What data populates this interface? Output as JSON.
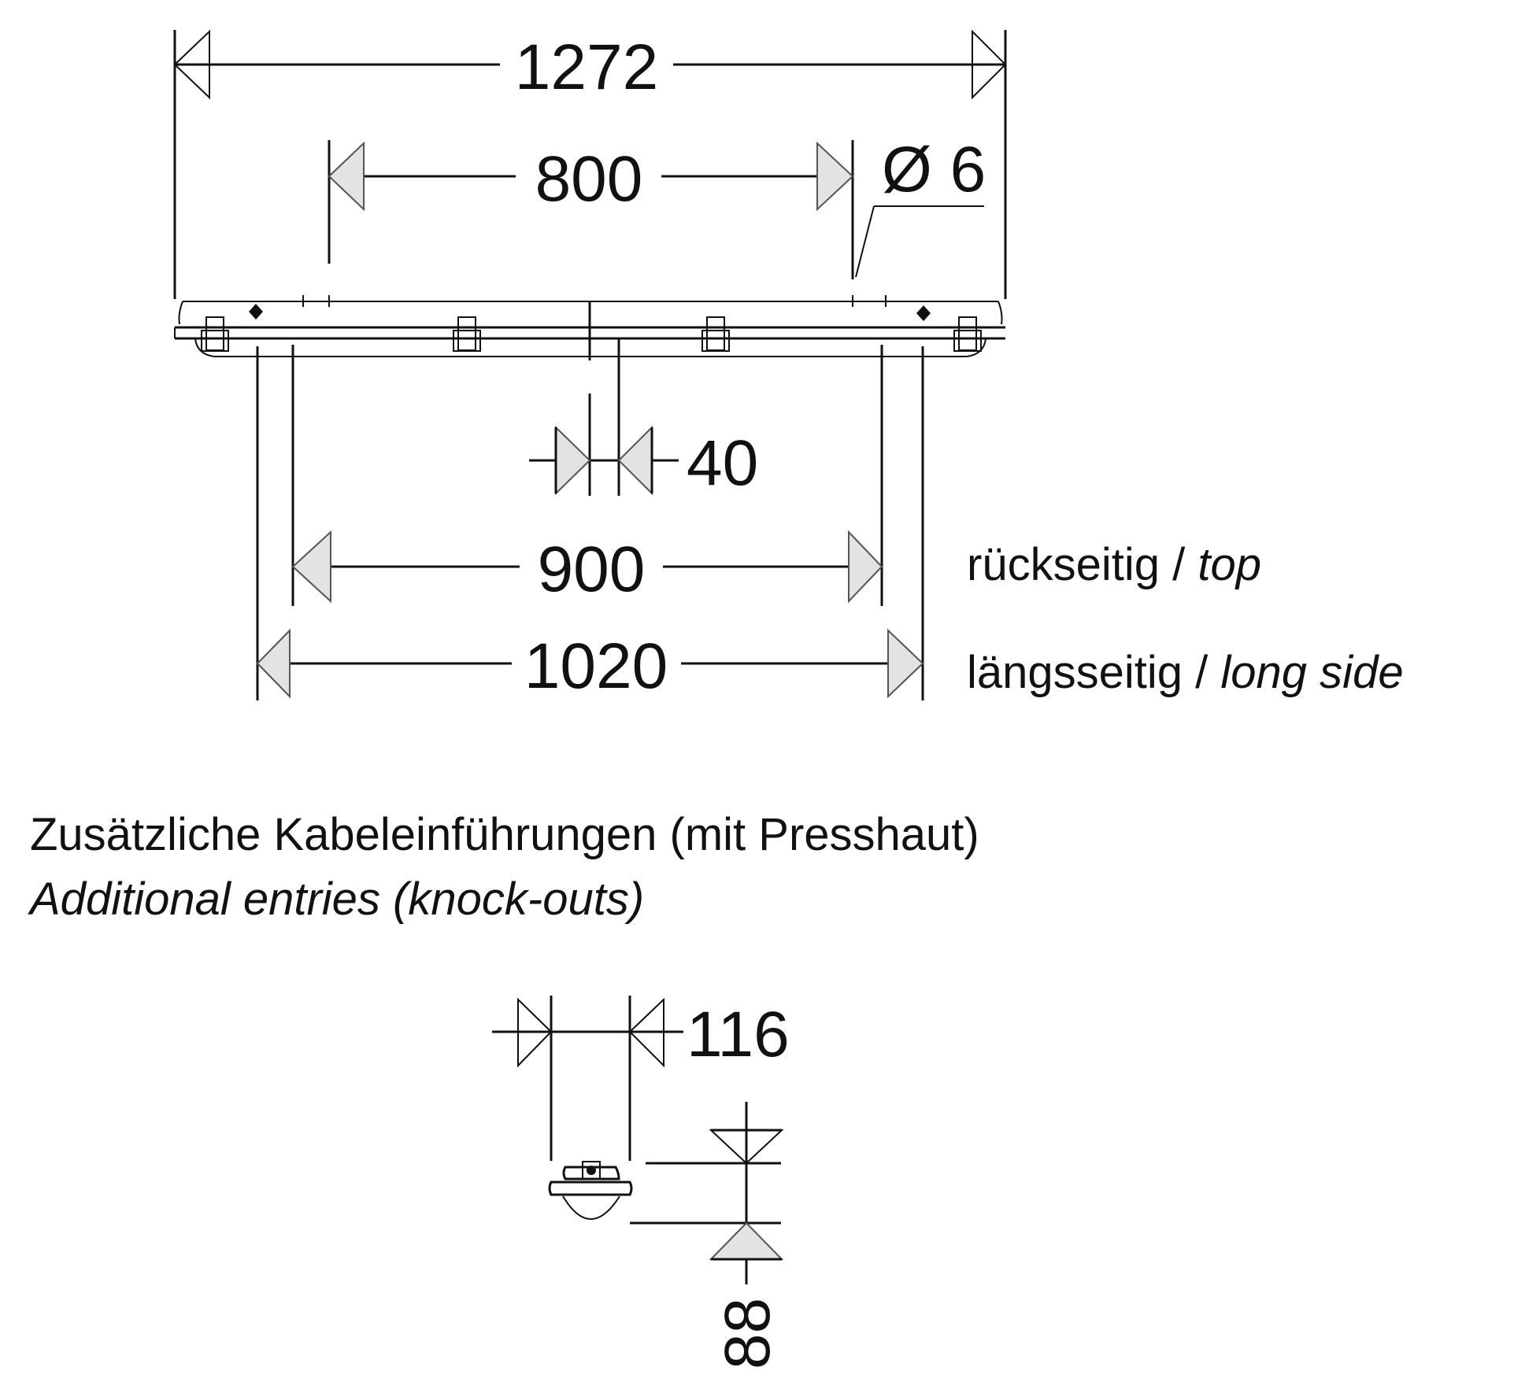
{
  "dimensions": {
    "overall_length": "1272",
    "mount_distance_800": "800",
    "hole_diameter": "Ø 6",
    "center_offset": "40",
    "back_entry_distance": "900",
    "long_side_entry_distance": "1020",
    "knockout_width": "116",
    "knockout_height": "88"
  },
  "labels": {
    "back_de": "rückseitig / ",
    "back_en": "top",
    "long_de": "längsseitig / ",
    "long_en": "long side"
  },
  "section_title": {
    "de": "Zusätzliche Kabeleinführungen (mit Presshaut)",
    "en": "Additional entries (knock-outs)"
  }
}
